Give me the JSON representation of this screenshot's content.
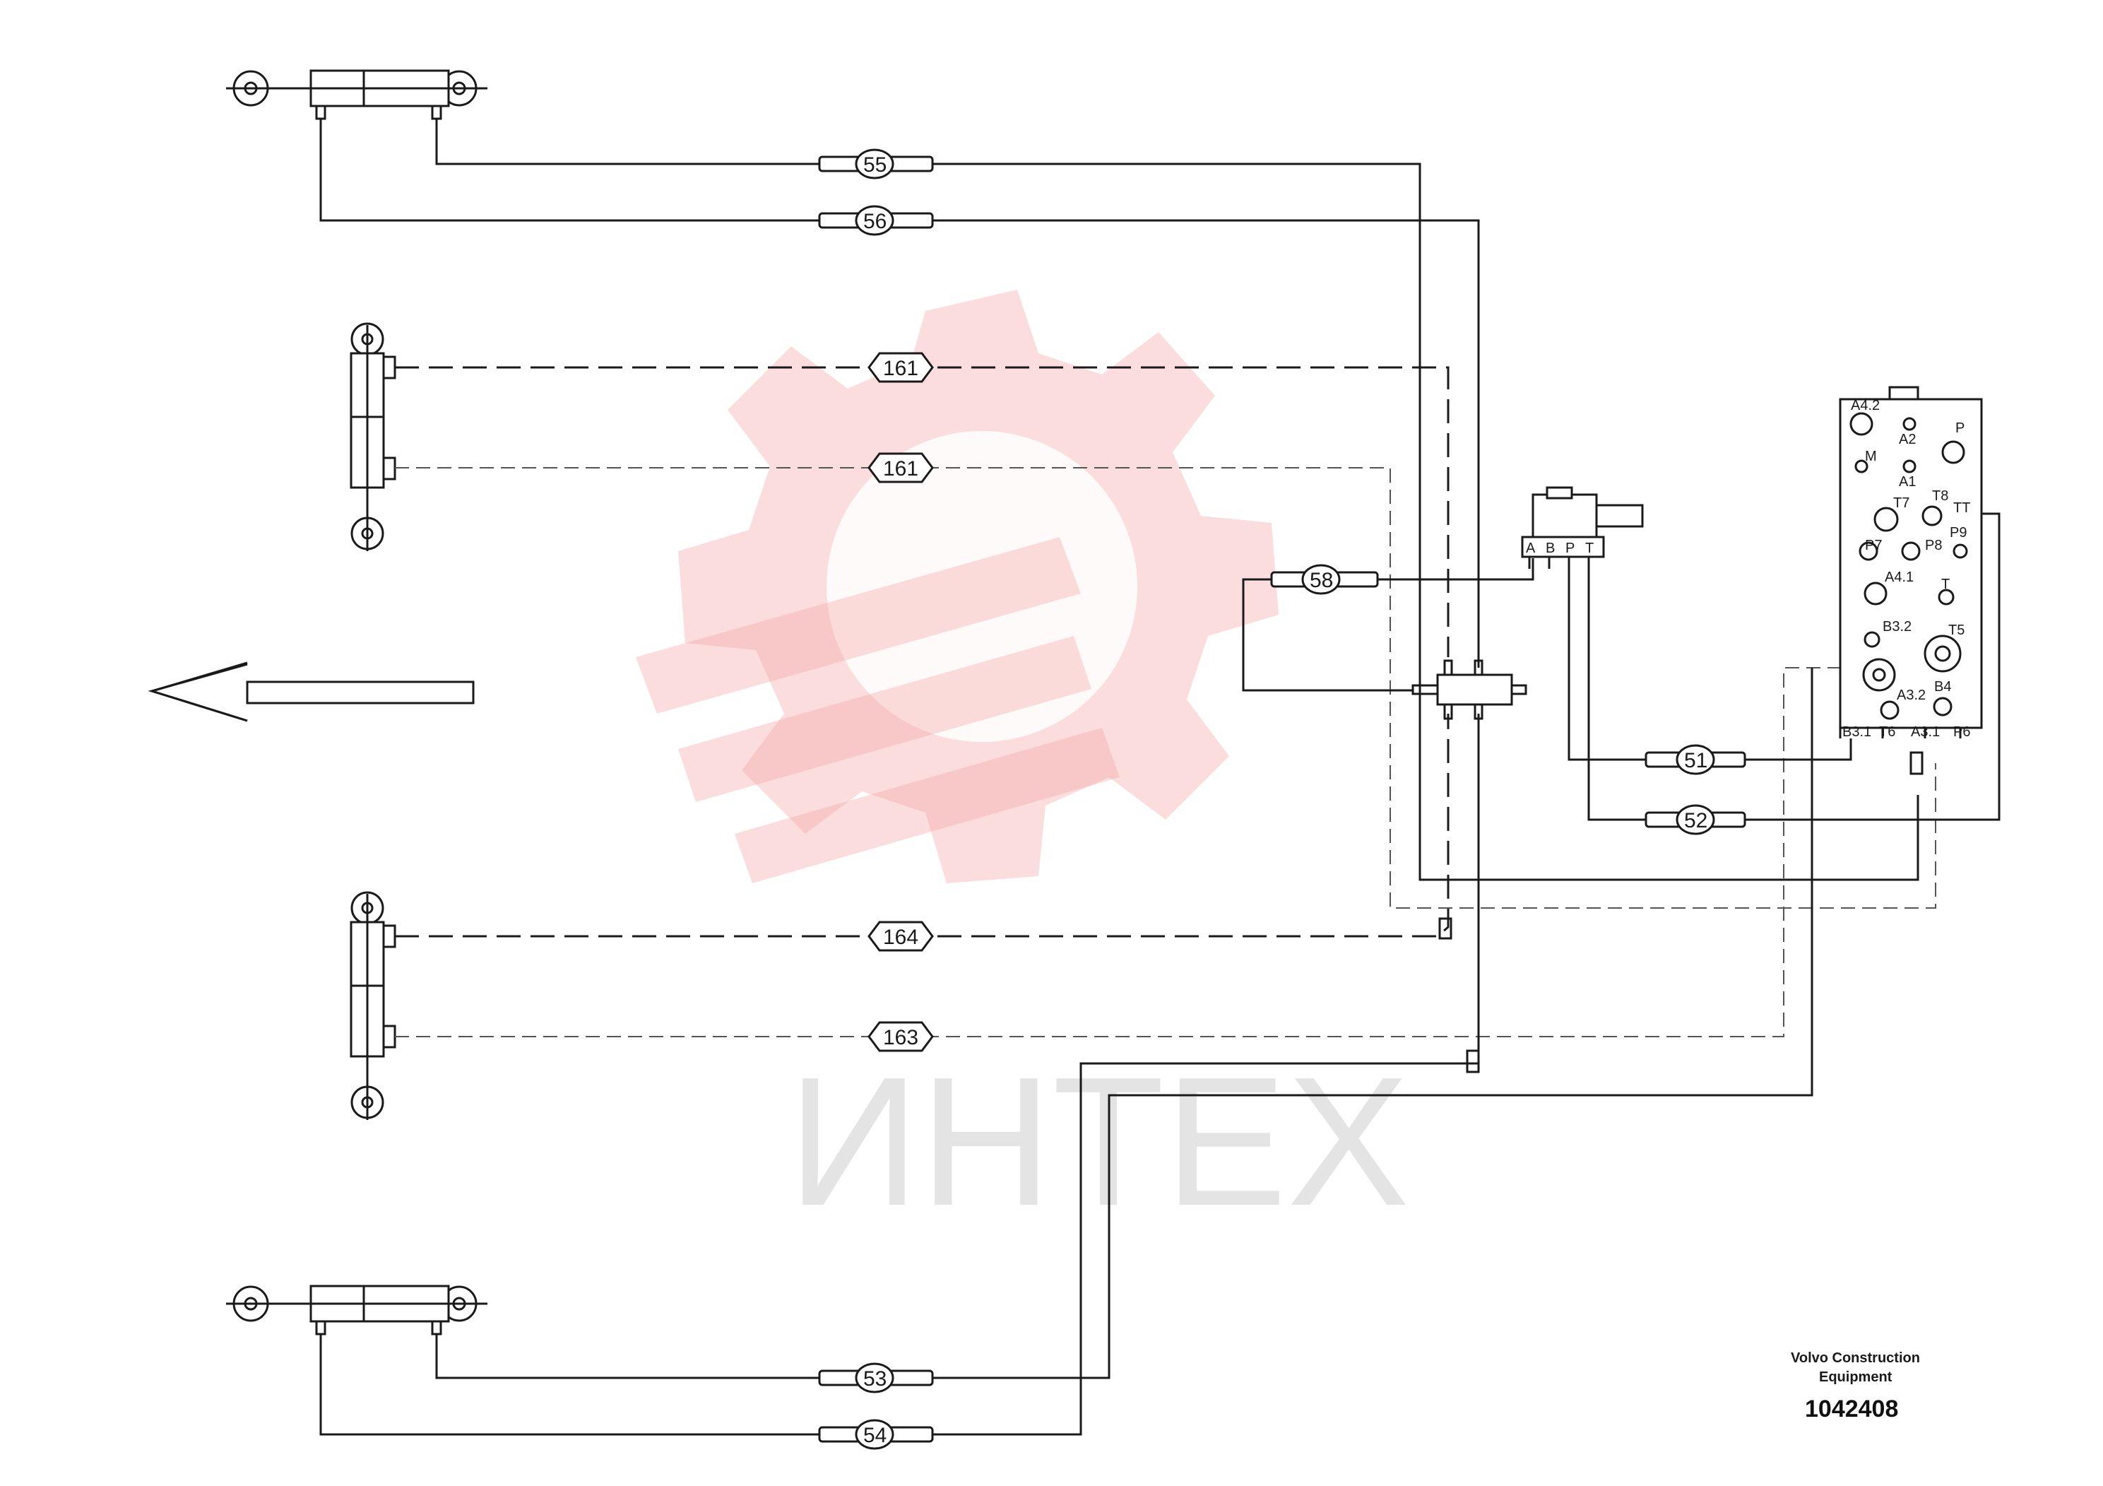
{
  "watermark": {
    "text": "ИНТЕХ"
  },
  "footer": {
    "company_line1": "Volvo Construction",
    "company_line2": "Equipment",
    "document_number": "1042408"
  },
  "hoses": {
    "h55": "55",
    "h56": "56",
    "h161a": "161",
    "h161b": "161",
    "h164": "164",
    "h163": "163",
    "h58": "58",
    "h51": "51",
    "h52": "52",
    "h53": "53",
    "h54": "54"
  },
  "small_valve": {
    "ports": [
      "A",
      "B",
      "P",
      "T"
    ]
  },
  "main_valve": {
    "ports": {
      "a42": "A4.2",
      "a2": "A2",
      "p": "P",
      "m": "M",
      "a1": "A1",
      "t7": "T7",
      "t8": "T8",
      "tt": "TT",
      "p7": "P7",
      "p8": "P8",
      "p9": "P9",
      "a41": "A4.1",
      "t": "T",
      "b32": "B3.2",
      "t5": "T5",
      "a32": "A3.2",
      "b4": "B4",
      "b31": "B3.1",
      "t6": "T6",
      "a31": "A3.1",
      "p6": "P6"
    }
  }
}
